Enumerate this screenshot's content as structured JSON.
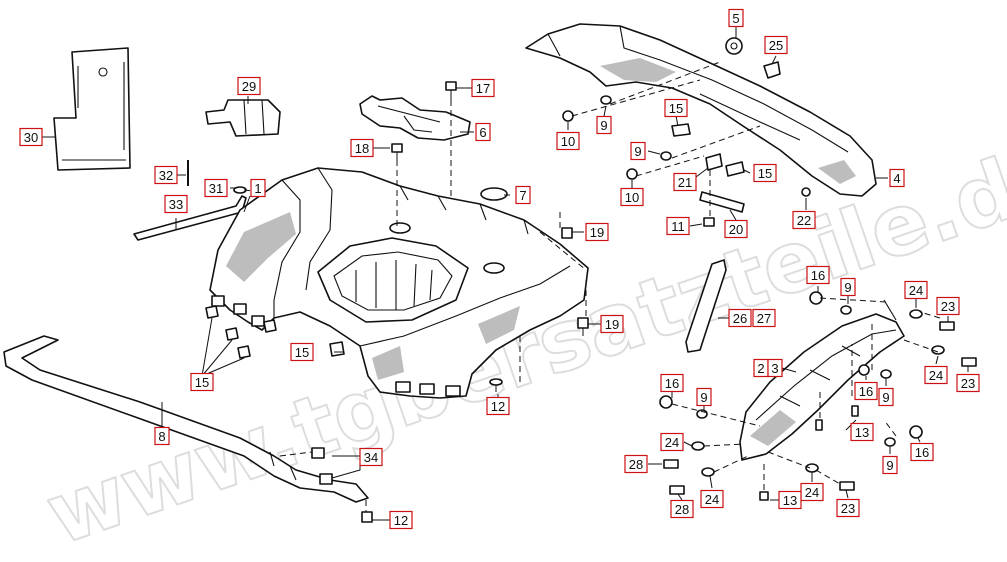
{
  "watermark": "www.tgbersatzteile.de",
  "callouts": [
    {
      "id": "c5",
      "label": "5"
    },
    {
      "id": "c25",
      "label": "25"
    },
    {
      "id": "c29",
      "label": "29"
    },
    {
      "id": "c17",
      "label": "17"
    },
    {
      "id": "c30",
      "label": "30"
    },
    {
      "id": "c6",
      "label": "6"
    },
    {
      "id": "c15a",
      "label": "15"
    },
    {
      "id": "c9a",
      "label": "9"
    },
    {
      "id": "c10a",
      "label": "10"
    },
    {
      "id": "c18",
      "label": "18"
    },
    {
      "id": "c9b",
      "label": "9"
    },
    {
      "id": "c21",
      "label": "21"
    },
    {
      "id": "c15b",
      "label": "15"
    },
    {
      "id": "c4",
      "label": "4"
    },
    {
      "id": "c32",
      "label": "32"
    },
    {
      "id": "c10b",
      "label": "10"
    },
    {
      "id": "c31",
      "label": "31"
    },
    {
      "id": "c1",
      "label": "1"
    },
    {
      "id": "c7",
      "label": "7"
    },
    {
      "id": "c22",
      "label": "22"
    },
    {
      "id": "c33",
      "label": "33"
    },
    {
      "id": "c11",
      "label": "11"
    },
    {
      "id": "c20",
      "label": "20"
    },
    {
      "id": "c19a",
      "label": "19"
    },
    {
      "id": "c16a",
      "label": "16"
    },
    {
      "id": "c9c",
      "label": "9"
    },
    {
      "id": "c24a",
      "label": "24"
    },
    {
      "id": "c23a",
      "label": "23"
    },
    {
      "id": "c26",
      "label": "26"
    },
    {
      "id": "c27",
      "label": "27"
    },
    {
      "id": "c19b",
      "label": "19"
    },
    {
      "id": "c2",
      "label": "2"
    },
    {
      "id": "c3",
      "label": "3"
    },
    {
      "id": "c15c",
      "label": "15"
    },
    {
      "id": "c15d",
      "label": "15"
    },
    {
      "id": "c24b",
      "label": "24"
    },
    {
      "id": "c23b",
      "label": "23"
    },
    {
      "id": "c16b",
      "label": "16"
    },
    {
      "id": "c9d",
      "label": "9"
    },
    {
      "id": "c12a",
      "label": "12"
    },
    {
      "id": "c16c",
      "label": "16"
    },
    {
      "id": "c9e",
      "label": "9"
    },
    {
      "id": "c13a",
      "label": "13"
    },
    {
      "id": "c8",
      "label": "8"
    },
    {
      "id": "c24c",
      "label": "24"
    },
    {
      "id": "c16d",
      "label": "16"
    },
    {
      "id": "c34",
      "label": "34"
    },
    {
      "id": "c9f",
      "label": "9"
    },
    {
      "id": "c28a",
      "label": "28"
    },
    {
      "id": "c24d",
      "label": "24"
    },
    {
      "id": "c24e",
      "label": "24"
    },
    {
      "id": "c28b",
      "label": "28"
    },
    {
      "id": "c13b",
      "label": "13"
    },
    {
      "id": "c23c",
      "label": "23"
    },
    {
      "id": "c12b",
      "label": "12"
    }
  ]
}
